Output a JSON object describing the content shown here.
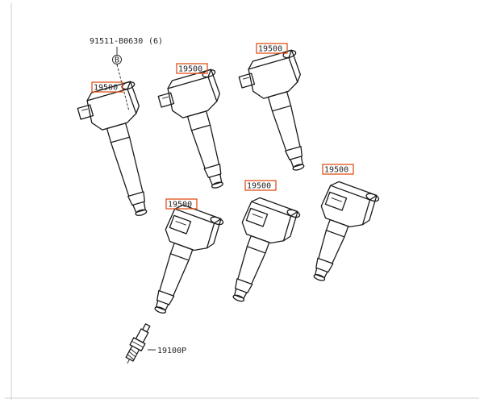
{
  "labels": {
    "bolt_part": "91511-B0630",
    "bolt_qty": "(6)",
    "bolt_marker": "B",
    "coil_part": "19500",
    "plug_part": "19100P"
  },
  "colors": {
    "highlight_box": "#e0501a",
    "ink": "#1a1a1a"
  }
}
